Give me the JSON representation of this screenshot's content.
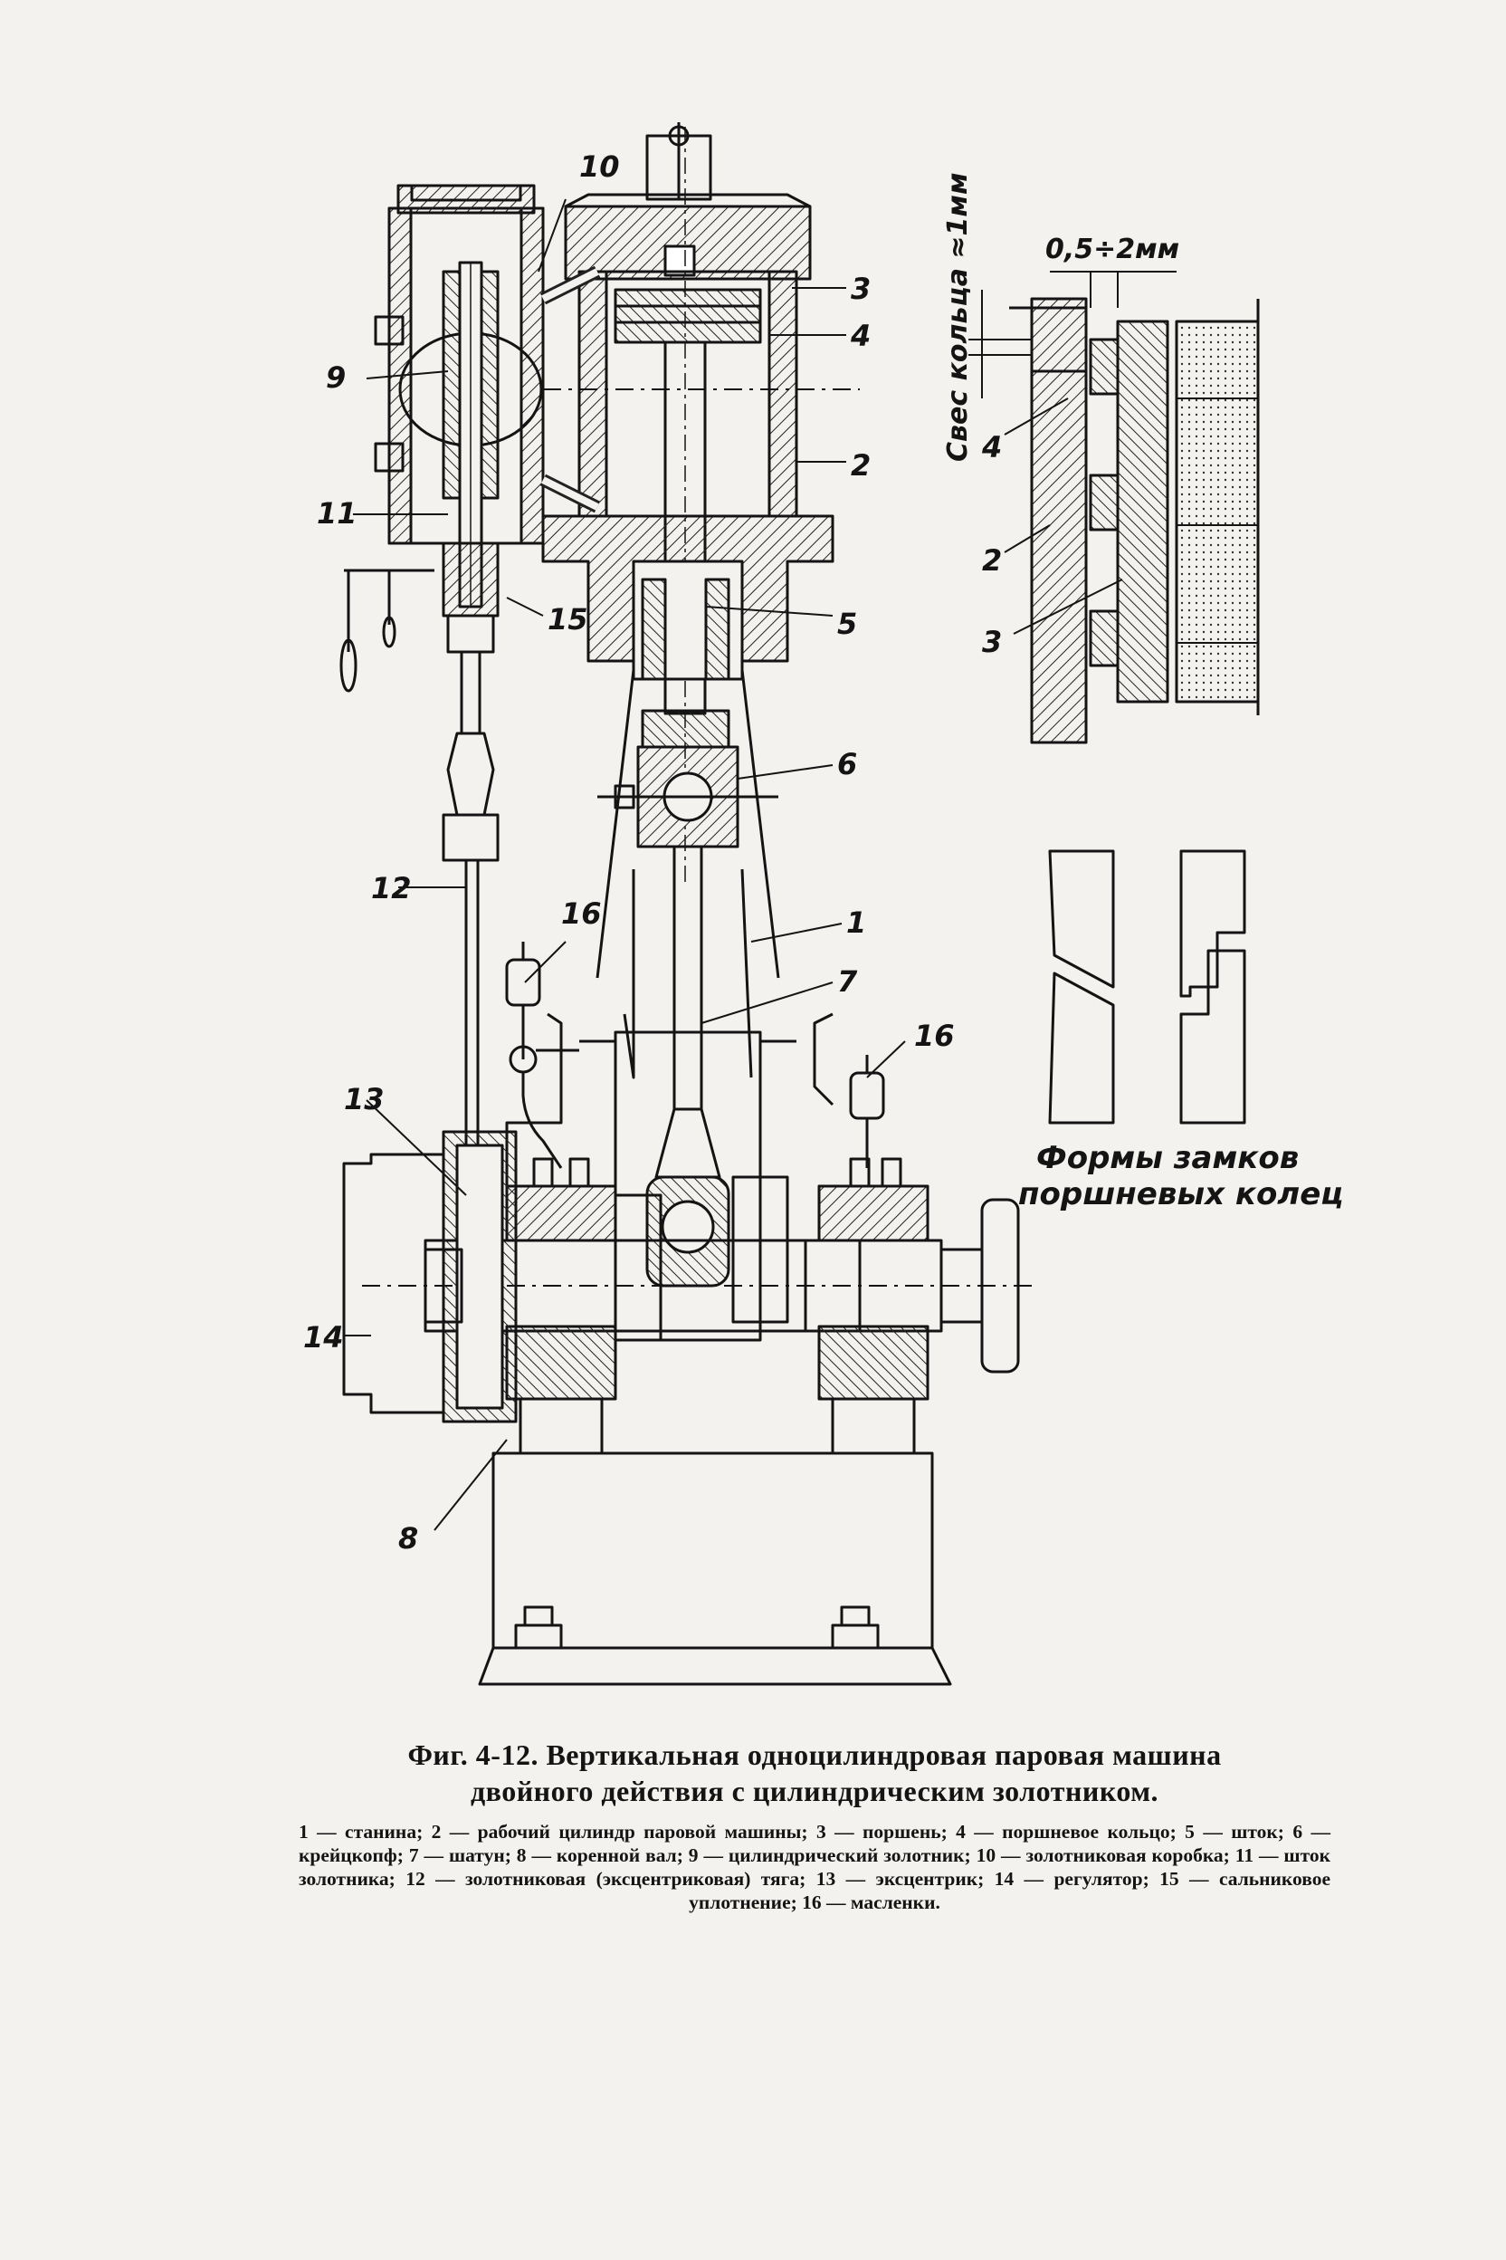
{
  "figure": {
    "labels": {
      "n1": "1",
      "n2": "2",
      "n3": "3",
      "n4": "4",
      "n5": "5",
      "n6": "6",
      "n7": "7",
      "n8": "8",
      "n9": "9",
      "n10": "10",
      "n11": "11",
      "n12": "12",
      "n13": "13",
      "n14": "14",
      "n15": "15",
      "n16a": "16",
      "n16b": "16"
    },
    "detail": {
      "ring_overhang": "Свес кольца ≈1мм",
      "gap": "0,5÷2мм",
      "n4": "4",
      "n2": "2",
      "n3": "3"
    },
    "lock_forms_title_1": "Формы замков",
    "lock_forms_title_2": "поршневых колец"
  },
  "caption": {
    "line1": "Фиг. 4-12. Вертикальная одноцилиндровая паровая машина",
    "line2": "двойного действия с цилиндрическим золотником."
  },
  "legend": "1 — станина; 2 — рабочий цилиндр паровой машины; 3 — поршень; 4 — поршневое кольцо; 5 — шток; 6 — крейцкопф; 7 — шатун; 8 — коренной вал; 9 — цилиндрический золотник; 10 — золотниковая коробка; 11 — шток золотника; 12 — золотниковая (эксцентриковая) тяга; 13 — эксцентрик; 14 — регулятор; 15 — сальниковое уплотнение; 16 — масленки."
}
